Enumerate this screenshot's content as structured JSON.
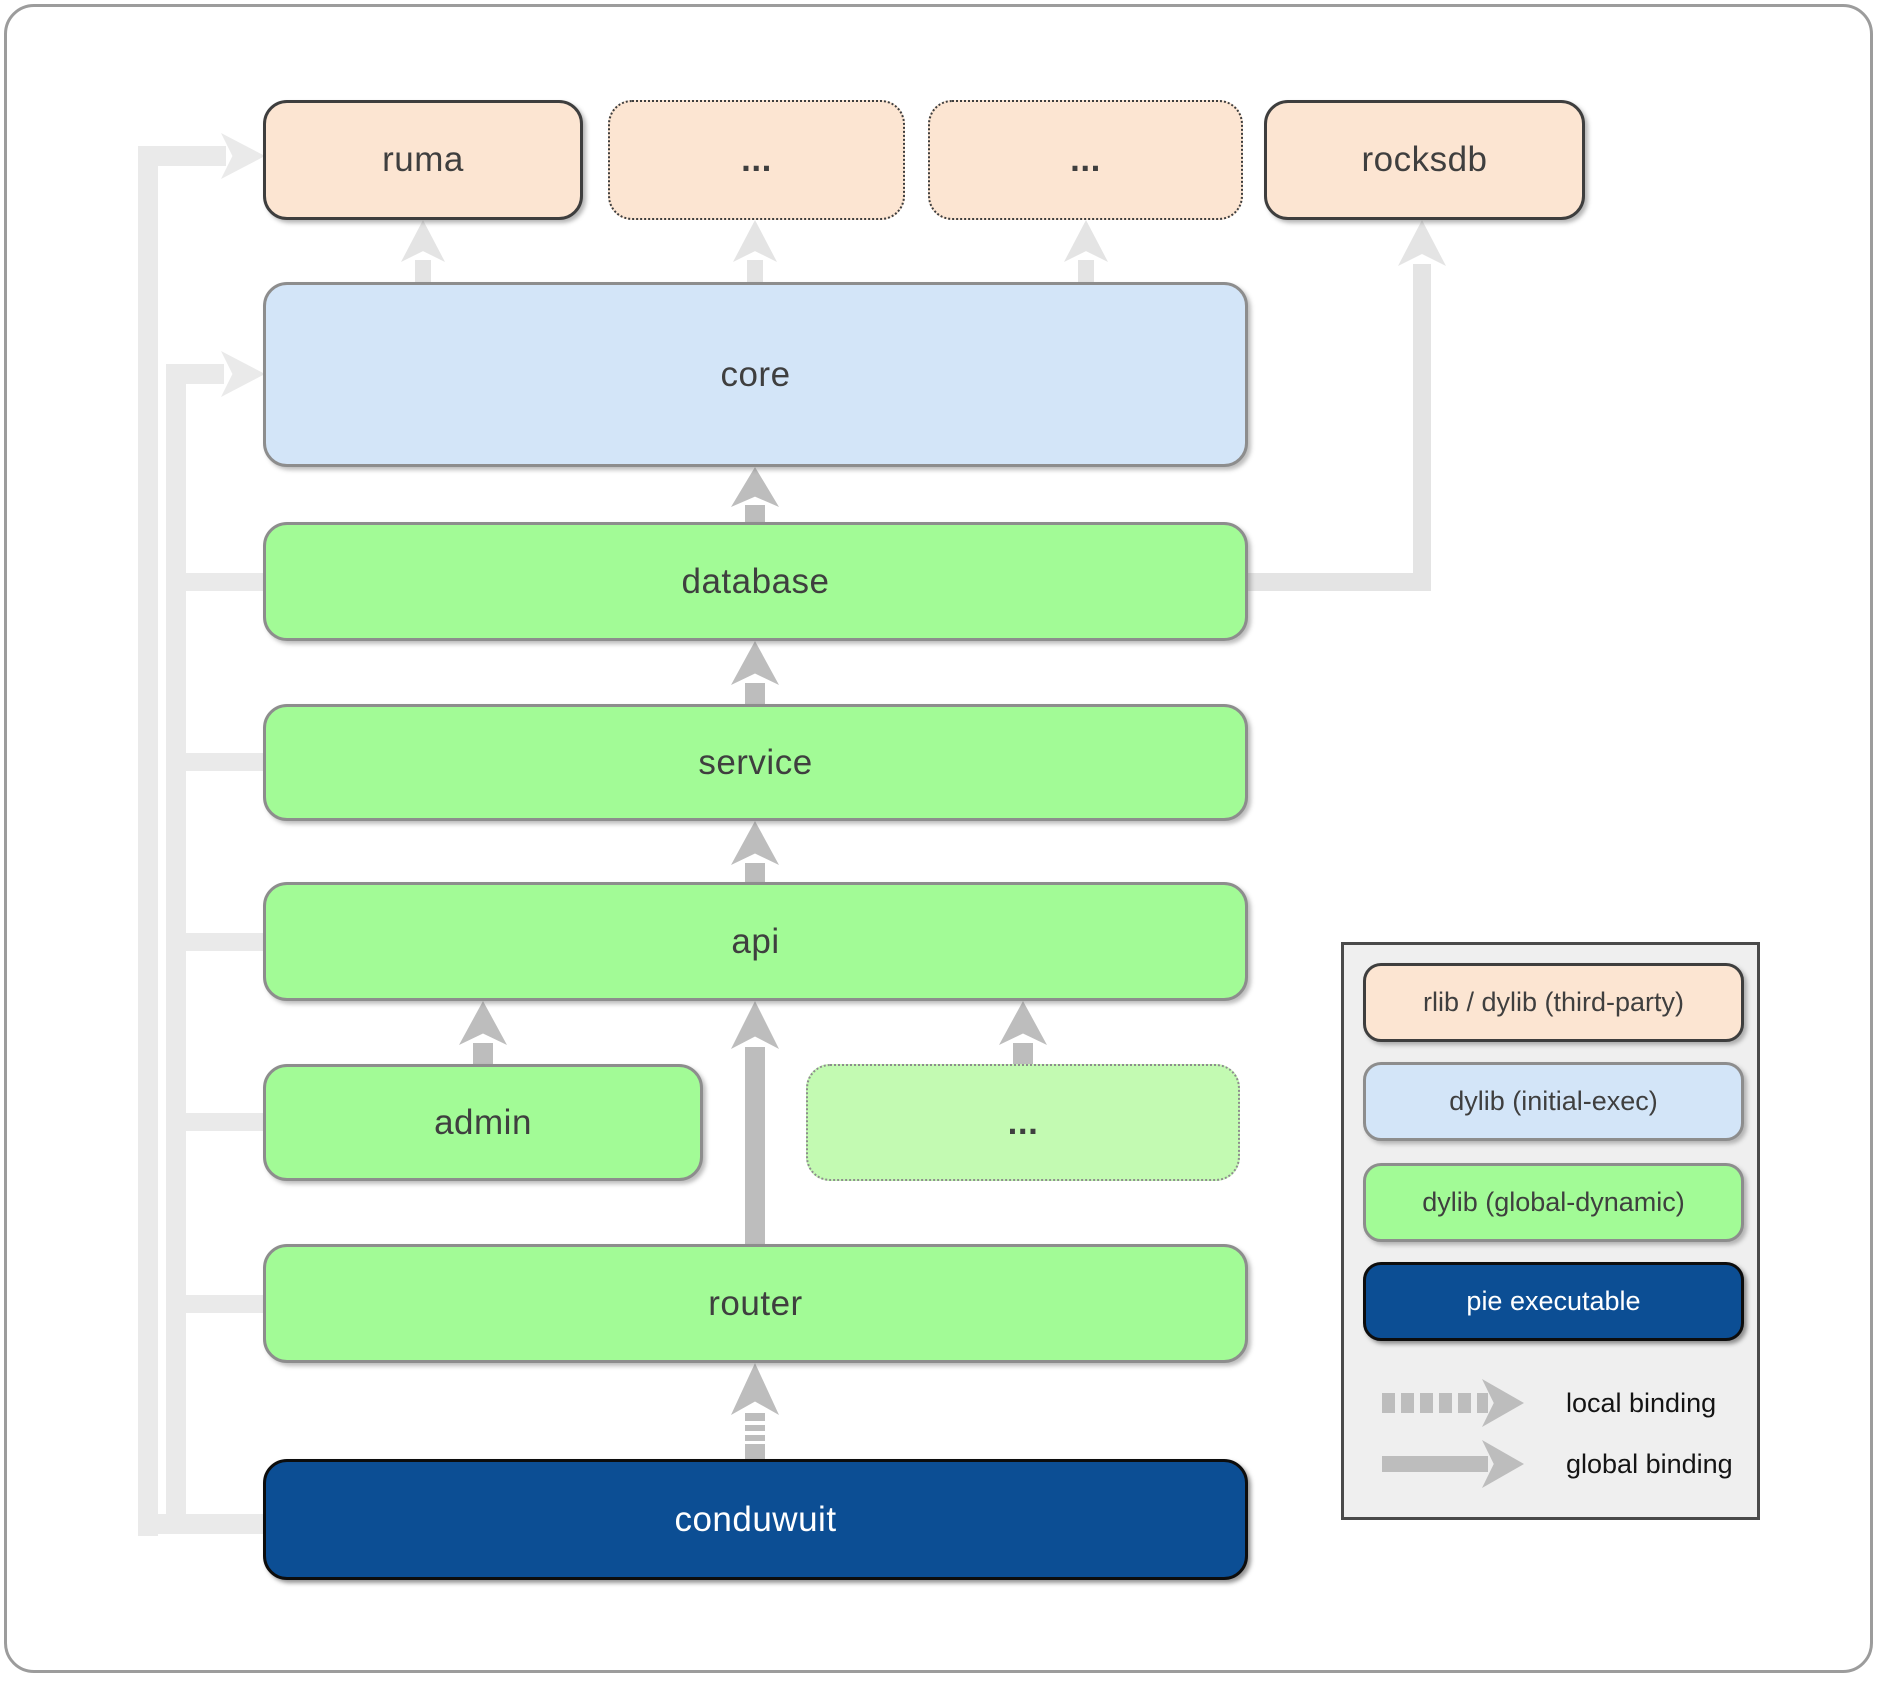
{
  "nodes": {
    "ruma": {
      "label": "ruma",
      "kind": "rlib / dylib (third-party)"
    },
    "ellipsis_top_1": {
      "label": "...",
      "kind": "rlib / dylib (third-party)"
    },
    "ellipsis_top_2": {
      "label": "...",
      "kind": "rlib / dylib (third-party)"
    },
    "rocksdb": {
      "label": "rocksdb",
      "kind": "rlib / dylib (third-party)"
    },
    "core": {
      "label": "core",
      "kind": "dylib (initial-exec)"
    },
    "database": {
      "label": "database",
      "kind": "dylib (global-dynamic)"
    },
    "service": {
      "label": "service",
      "kind": "dylib (global-dynamic)"
    },
    "api": {
      "label": "api",
      "kind": "dylib (global-dynamic)"
    },
    "admin": {
      "label": "admin",
      "kind": "dylib (global-dynamic)"
    },
    "ellipsis_mid": {
      "label": "...",
      "kind": "dylib (global-dynamic)"
    },
    "router": {
      "label": "router",
      "kind": "dylib (global-dynamic)"
    },
    "conduwuit": {
      "label": "conduwuit",
      "kind": "pie executable"
    }
  },
  "edges": [
    {
      "from": "core",
      "to": "ruma",
      "binding": "global"
    },
    {
      "from": "core",
      "to": "ellipsis_top_1",
      "binding": "global"
    },
    {
      "from": "core",
      "to": "ellipsis_top_2",
      "binding": "global"
    },
    {
      "from": "database",
      "to": "rocksdb",
      "binding": "global"
    },
    {
      "from": "database",
      "to": "core",
      "binding": "global"
    },
    {
      "from": "service",
      "to": "database",
      "binding": "global"
    },
    {
      "from": "api",
      "to": "service",
      "binding": "global"
    },
    {
      "from": "admin",
      "to": "api",
      "binding": "global"
    },
    {
      "from": "ellipsis_mid",
      "to": "api",
      "binding": "global"
    },
    {
      "from": "router",
      "to": "api",
      "binding": "global"
    },
    {
      "from": "conduwuit",
      "to": "router",
      "binding": "local"
    },
    {
      "from": "conduwuit",
      "to": "ruma",
      "binding": "global"
    },
    {
      "from": "conduwuit",
      "to": "core",
      "binding": "global"
    },
    {
      "from": "conduwuit",
      "to": "database",
      "binding": "global"
    },
    {
      "from": "conduwuit",
      "to": "service",
      "binding": "global"
    },
    {
      "from": "conduwuit",
      "to": "api",
      "binding": "global"
    },
    {
      "from": "conduwuit",
      "to": "admin",
      "binding": "global"
    },
    {
      "from": "conduwuit",
      "to": "router",
      "binding": "global"
    }
  ],
  "legend": {
    "items": [
      {
        "label": "rlib / dylib (third-party)"
      },
      {
        "label": "dylib (initial-exec)"
      },
      {
        "label": "dylib (global-dynamic)"
      },
      {
        "label": "pie executable"
      }
    ],
    "bindings": [
      {
        "label": "local binding",
        "style": "dashed"
      },
      {
        "label": "global binding",
        "style": "solid"
      }
    ]
  },
  "colors": {
    "third_party": "#fce5d2",
    "initial_exec": "#d3e5f8",
    "global_dynamic": "#a2fb96",
    "global_dynamic_light": "#c3fab2",
    "pie_executable": "#0c4e94",
    "arrow": "#bdbdbd",
    "arrow_light": "#e4e4e4",
    "faint_line": "#eaeaea"
  }
}
